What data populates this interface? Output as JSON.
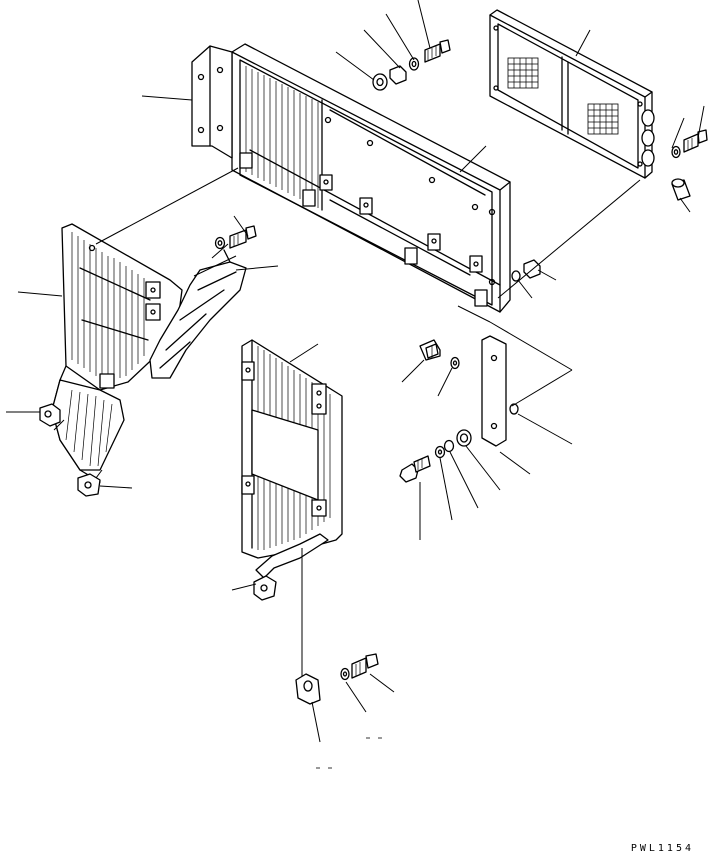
{
  "drawing": {
    "code": "PWL1154",
    "line_color": "#000000",
    "background": "#ffffff"
  },
  "parts": [
    {
      "name": "side-bracket-panel"
    },
    {
      "name": "upper-radiator-cover"
    },
    {
      "name": "grille-screen-panel"
    },
    {
      "name": "left-side-cover"
    },
    {
      "name": "lower-front-cover"
    },
    {
      "name": "mounting-bracket-plate"
    },
    {
      "name": "hose-clamp"
    },
    {
      "name": "bolt"
    },
    {
      "name": "washer"
    },
    {
      "name": "nut"
    },
    {
      "name": "spacer-collar"
    }
  ]
}
